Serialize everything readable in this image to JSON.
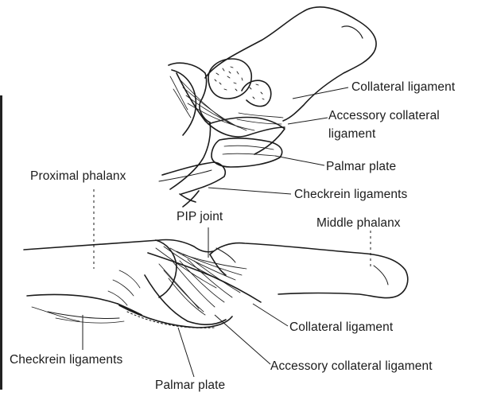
{
  "upper_view": {
    "labels": {
      "collateral_ligament": "Collateral ligament",
      "accessory_collateral_ligament_line1": "Accessory collateral",
      "accessory_collateral_ligament_line2": "ligament",
      "palmar_plate": "Palmar plate",
      "checkrein_ligaments": "Checkrein ligaments"
    }
  },
  "lower_view": {
    "labels": {
      "proximal_phalanx": "Proximal phalanx",
      "pip_joint": "PIP joint",
      "middle_phalanx": "Middle phalanx",
      "collateral_ligament": "Collateral ligament",
      "accessory_collateral_ligament": "Accessory collateral ligament",
      "checkrein_ligaments": "Checkrein ligaments",
      "palmar_plate": "Palmar plate"
    }
  },
  "colors": {
    "ink": "#1b1b1b",
    "background": "#ffffff"
  }
}
